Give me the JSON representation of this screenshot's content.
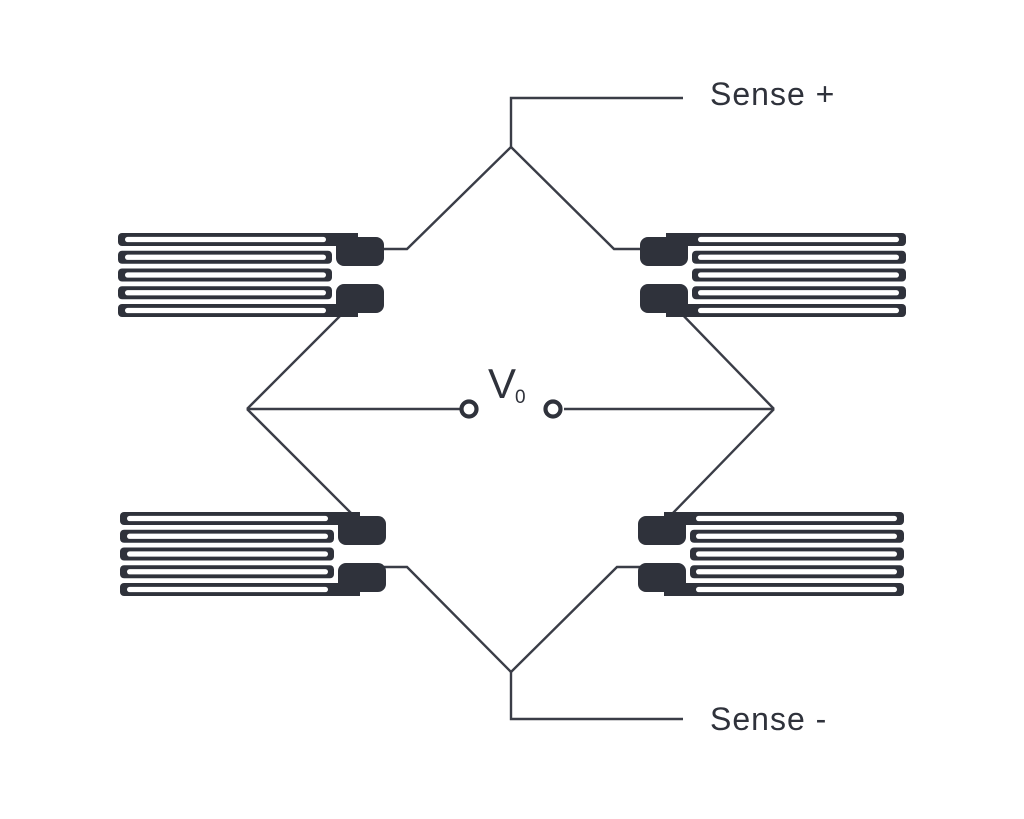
{
  "diagram": {
    "kind": "wheatstone-bridge-with-strain-gauges",
    "labels": {
      "sense_positive": "Sense +",
      "sense_negative": "Sense -",
      "output_symbol": "V",
      "output_subscript": "0"
    },
    "colors": {
      "ink": "#2f323b",
      "wire": "#3a3d47",
      "background": "#ffffff"
    },
    "gauges": [
      {
        "position": "top-left",
        "orientation": "tabs-right"
      },
      {
        "position": "top-right",
        "orientation": "tabs-left"
      },
      {
        "position": "bottom-left",
        "orientation": "tabs-right"
      },
      {
        "position": "bottom-right",
        "orientation": "tabs-left"
      }
    ],
    "terminals": {
      "left": "output-terminal",
      "right": "output-terminal"
    }
  }
}
